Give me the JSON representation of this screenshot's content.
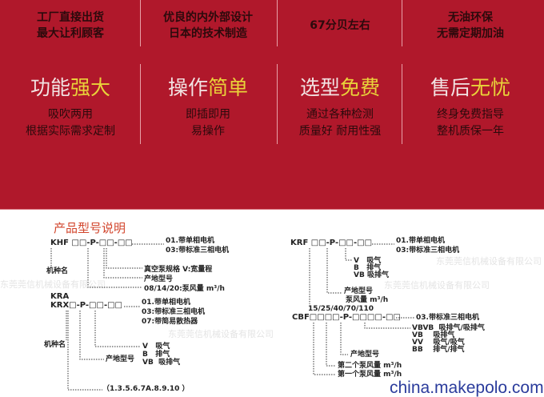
{
  "top_row": [
    {
      "lines": [
        "工厂直接出货",
        "最大让利顾客"
      ]
    },
    {
      "lines": [
        "优良的内外部设计",
        "日本的技术制造"
      ]
    },
    {
      "lines": [
        "67分贝左右"
      ]
    },
    {
      "lines": [
        "无油环保",
        "无需定期加油"
      ]
    }
  ],
  "features": [
    {
      "title_a": "功能",
      "title_b": "强大",
      "lines": [
        "吸吹两用",
        "根据实际需求定制"
      ]
    },
    {
      "title_a": "操作",
      "title_b": "简单",
      "lines": [
        "即插即用",
        "易操作"
      ]
    },
    {
      "title_a": "选型",
      "title_b": "免费",
      "lines": [
        "通过各种检测",
        "质量好 耐用性强"
      ]
    },
    {
      "title_a": "售后",
      "title_b": "无忧",
      "lines": [
        "终身免费指导",
        "整机质保一年"
      ]
    }
  ],
  "colors": {
    "banner": "#b0182b",
    "accent_yellow": "#e9d23a",
    "section_title": "#d2452c",
    "watermark_blue": "#2b3c9c"
  },
  "section_title": "产品型号说明",
  "khf": {
    "code": "KHF □□-P-□□-□□",
    "opt1": "01.带单相电机",
    "opt2": "03:带标准三相电机",
    "kind": "机种名",
    "spec": "真空泵规格 V:宽量程",
    "origin": "产地型号",
    "flow": "08/14/20:泵风量 m³/h"
  },
  "kra": {
    "code1": "KRA",
    "code2": "KRX□-P-□□-□□",
    "opt1": "01.带单相电机",
    "opt2": "03:带标准三相电机",
    "opt3": "07:带简易散热器",
    "kind": "机种名",
    "v": "V   吸气",
    "b": "B   排气",
    "vb": "VB  吸排气",
    "origin": "产地型号",
    "range": "（1.3.5.6.7A.8.9.10 ）"
  },
  "krf": {
    "code": "KRF □□-P-□□-□□",
    "opt1": "01.带单相电机",
    "opt2": "03:带标准三相电机",
    "v": "V   吸气",
    "b": "B   排气",
    "vb": "VB 吸排气",
    "origin": "产地型号",
    "flow": "泵风量 m³/h",
    "sizes": "15/25/40/70/110"
  },
  "cbf": {
    "code": "CBF□□□□-P-□□□□-□□",
    "opt": "03.带标准三相电机",
    "vbvb": "VBVB  吸排气/吸排气",
    "vb": "VB    吸排气",
    "vv": "VV    吸气/吸气",
    "bb": "BB    排气/排气",
    "origin": "产地型号",
    "second": "第二个泵风量 m³/h",
    "first": "第一个泵风量 m³/h"
  },
  "watermark_company": "东莞莞信机械设备有限公司",
  "site_watermark": "china.makepolo.com"
}
